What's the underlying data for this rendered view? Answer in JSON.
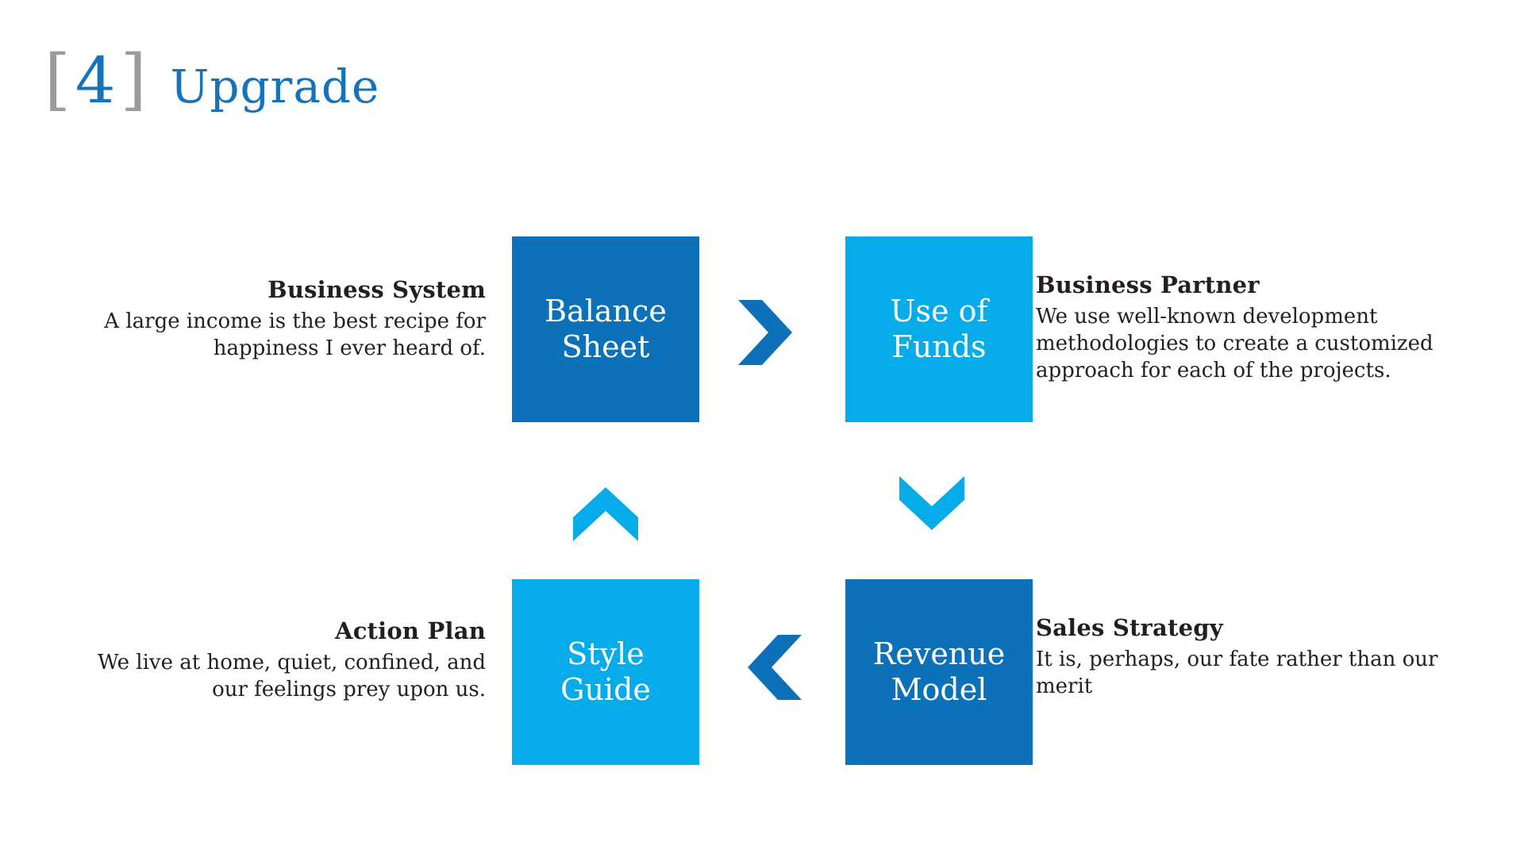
{
  "slide": {
    "number_bracket_open": "[",
    "number": "4",
    "number_bracket_close": "]",
    "title": "Upgrade",
    "title_color": "#1573bb",
    "bracket_color": "#9b9b9b",
    "background_color": "#ffffff"
  },
  "palette": {
    "dark_blue": "#0C71B9",
    "cyan": "#06ACE9",
    "text_dark": "#231f20",
    "box_text": "#ffffff"
  },
  "nodes": [
    {
      "id": "balance-sheet",
      "label": "Balance\nSheet",
      "color": "#0C71B9",
      "position": "top-left"
    },
    {
      "id": "use-of-funds",
      "label": "Use of\nFunds",
      "color": "#06ACE9",
      "position": "top-right"
    },
    {
      "id": "style-guide",
      "label": "Style\nGuide",
      "color": "#06ACE9",
      "position": "bottom-left"
    },
    {
      "id": "revenue-model",
      "label": "Revenue\nModel",
      "color": "#0C71B9",
      "position": "bottom-right"
    }
  ],
  "arrows": [
    {
      "id": "arrow-right",
      "direction": "right",
      "color": "#0C71B9",
      "from": "balance-sheet",
      "to": "use-of-funds"
    },
    {
      "id": "arrow-down",
      "direction": "down",
      "color": "#06ACE9",
      "from": "use-of-funds",
      "to": "revenue-model"
    },
    {
      "id": "arrow-left",
      "direction": "left",
      "color": "#0C71B9",
      "from": "revenue-model",
      "to": "style-guide"
    },
    {
      "id": "arrow-up",
      "direction": "up",
      "color": "#06ACE9",
      "from": "style-guide",
      "to": "balance-sheet"
    }
  ],
  "captions": [
    {
      "id": "business-system",
      "title": "Business System",
      "body": "A large income is the best recipe for happiness I ever heard of.",
      "align": "right"
    },
    {
      "id": "business-partner",
      "title": "Business Partner",
      "body": "We use well-known development methodologies to create a customized approach for each of the projects.",
      "align": "left"
    },
    {
      "id": "action-plan",
      "title": "Action Plan",
      "body": "We live at home, quiet, confined, and our feelings prey upon us.",
      "align": "right"
    },
    {
      "id": "sales-strategy",
      "title": "Sales Strategy",
      "body": "It is, perhaps, our fate rather than our merit",
      "align": "left"
    }
  ]
}
